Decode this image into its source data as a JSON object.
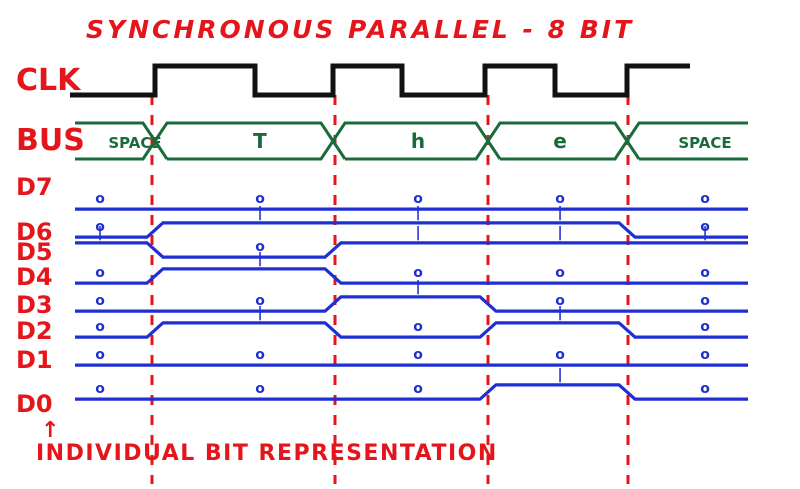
{
  "title": "SYNCHRONOUS PARALLEL - 8 BIT",
  "clk_label": "CLK",
  "bus_label": "BUS",
  "bus_words": [
    "SPACE",
    "T",
    "h",
    "e",
    "SPACE"
  ],
  "data_lines": [
    "D7",
    "D6",
    "D5",
    "D4",
    "D3",
    "D2",
    "D1",
    "D0"
  ],
  "footer": "INDIVIDUAL BIT REPRESENTATION",
  "bit_table": [
    {
      "char": "SPACE",
      "bits": [
        "0",
        "0",
        "1",
        "0",
        "0",
        "0",
        "0",
        "0"
      ]
    },
    {
      "char": "T",
      "bits": [
        "0",
        "1",
        "0",
        "1",
        "0",
        "1",
        "0",
        "0"
      ]
    },
    {
      "char": "h",
      "bits": [
        "0",
        "1",
        "1",
        "0",
        "1",
        "0",
        "0",
        "0"
      ]
    },
    {
      "char": "e",
      "bits": [
        "0",
        "1",
        "1",
        "0",
        "0",
        "1",
        "0",
        "1"
      ]
    },
    {
      "char": "SPACE",
      "bits": [
        "0",
        "0",
        "1",
        "0",
        "0",
        "0",
        "0",
        "0"
      ]
    }
  ],
  "colors": {
    "red": "#e4161b",
    "black": "#111111",
    "green": "#1a6b3a",
    "blue": "#1f2fd1"
  }
}
